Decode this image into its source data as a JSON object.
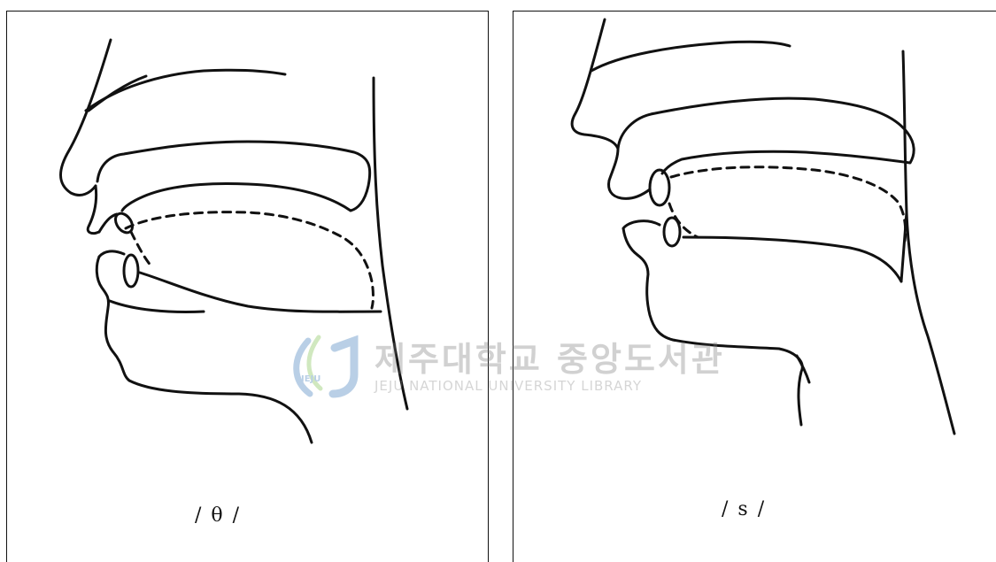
{
  "panels": [
    {
      "caption": "/ θ /"
    },
    {
      "caption": "/ s /"
    }
  ],
  "watermark": {
    "title": "제주대학교 중앙도서관",
    "subtitle": "JEJU NATIONAL UNIVERSITY LIBRARY",
    "logo_text": "JEJU",
    "colors": {
      "logo_blue": "#3a79b8",
      "logo_green": "#7cbf49",
      "text": "#7d7d7d"
    }
  }
}
